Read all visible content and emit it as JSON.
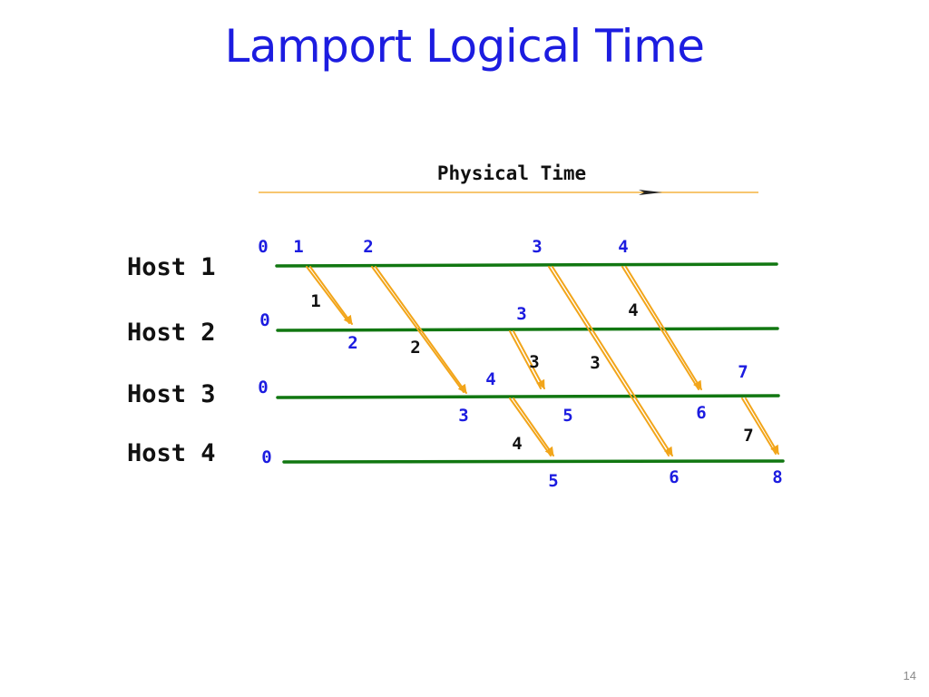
{
  "slide": {
    "title": "Lamport Logical Time",
    "page_number": "14"
  },
  "diagram": {
    "physical_time_label": "Physical Time",
    "hosts": [
      "Host 1",
      "Host 2",
      "Host 3",
      "Host 4"
    ],
    "initial_clock": "0",
    "event_labels": [
      {
        "host": "Host 1",
        "value": "1"
      },
      {
        "host": "Host 1",
        "value": "2"
      },
      {
        "host": "Host 1",
        "value": "3"
      },
      {
        "host": "Host 1",
        "value": "4"
      },
      {
        "host": "Host 2",
        "value": "2"
      },
      {
        "host": "Host 2",
        "value": "3"
      },
      {
        "host": "Host 3",
        "value": "3"
      },
      {
        "host": "Host 3",
        "value": "4"
      },
      {
        "host": "Host 3",
        "value": "5"
      },
      {
        "host": "Host 3",
        "value": "6"
      },
      {
        "host": "Host 3",
        "value": "7"
      },
      {
        "host": "Host 4",
        "value": "5"
      },
      {
        "host": "Host 4",
        "value": "6"
      },
      {
        "host": "Host 4",
        "value": "8"
      }
    ],
    "message_timestamps": [
      "1",
      "2",
      "3",
      "3",
      "4",
      "4",
      "7"
    ],
    "colors": {
      "timeline": "#117711",
      "message_arrow": "#f2a51a",
      "clock_value": "#1c1ce0",
      "timestamp": "#111111"
    }
  }
}
